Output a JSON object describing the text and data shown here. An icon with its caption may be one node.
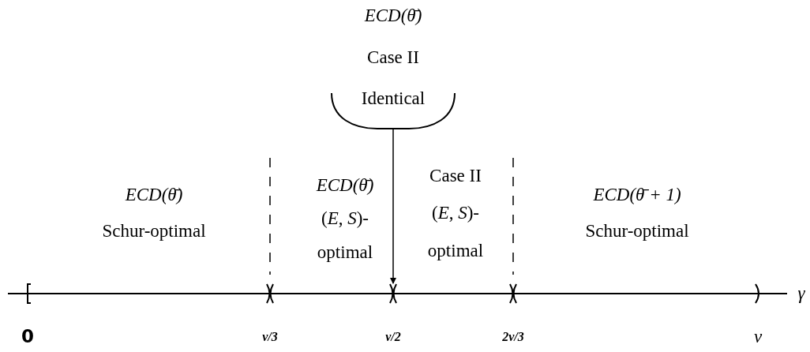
{
  "diagram": {
    "nodes": [
      {
        "text": [
          "ECD(θ̄)",
          "Case II",
          "Identical"
        ]
      },
      {
        "text": [],
        "shape": "bar"
      }
    ],
    "edges": [
      {
        "from": 0,
        "to": 1,
        "arrow": "to"
      }
    ],
    "labels": [
      "ECD(θ̄)",
      "Schur-optimal",
      "ECD(θ̄)",
      "(*E*, *S*)-",
      "optimal",
      "Case II",
      "(*E*, *S*)-",
      "optimal",
      "ECD(θ̄ + 1)",
      "Schur-optimal",
      "γ",
      "0",
      "v/3",
      "v/2",
      "2v/3",
      "v"
    ]
  }
}
